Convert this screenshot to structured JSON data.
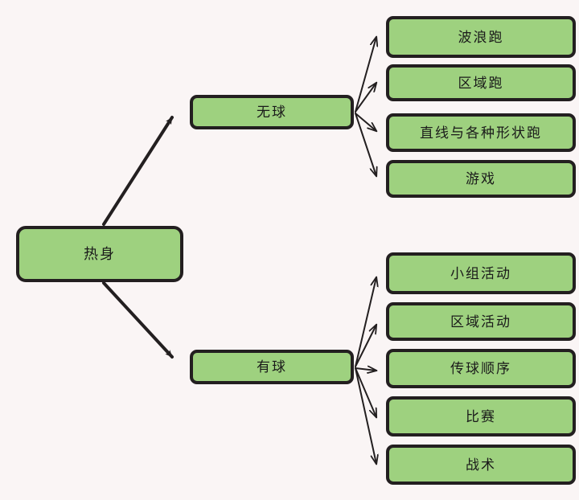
{
  "diagram": {
    "type": "mind-map",
    "background_color": "#faf5f5",
    "node_fill_color": "#9ed17f",
    "node_border_color": "#231f20",
    "edge_color": "#231f20",
    "root": {
      "id": "root",
      "label": "热身"
    },
    "branches": [
      {
        "id": "branch-no-ball",
        "label": "无球",
        "leaves": [
          {
            "id": "leaf-wave-run",
            "label": "波浪跑"
          },
          {
            "id": "leaf-zone-run",
            "label": "区域跑"
          },
          {
            "id": "leaf-line-shapes-run",
            "label": "直线与各种形状跑"
          },
          {
            "id": "leaf-games",
            "label": "游戏"
          }
        ]
      },
      {
        "id": "branch-with-ball",
        "label": "有球",
        "leaves": [
          {
            "id": "leaf-group-activity",
            "label": "小组活动"
          },
          {
            "id": "leaf-zone-activity",
            "label": "区域活动"
          },
          {
            "id": "leaf-passing-order",
            "label": "传球顺序"
          },
          {
            "id": "leaf-match",
            "label": "比赛"
          },
          {
            "id": "leaf-tactics",
            "label": "战术"
          }
        ]
      }
    ]
  }
}
